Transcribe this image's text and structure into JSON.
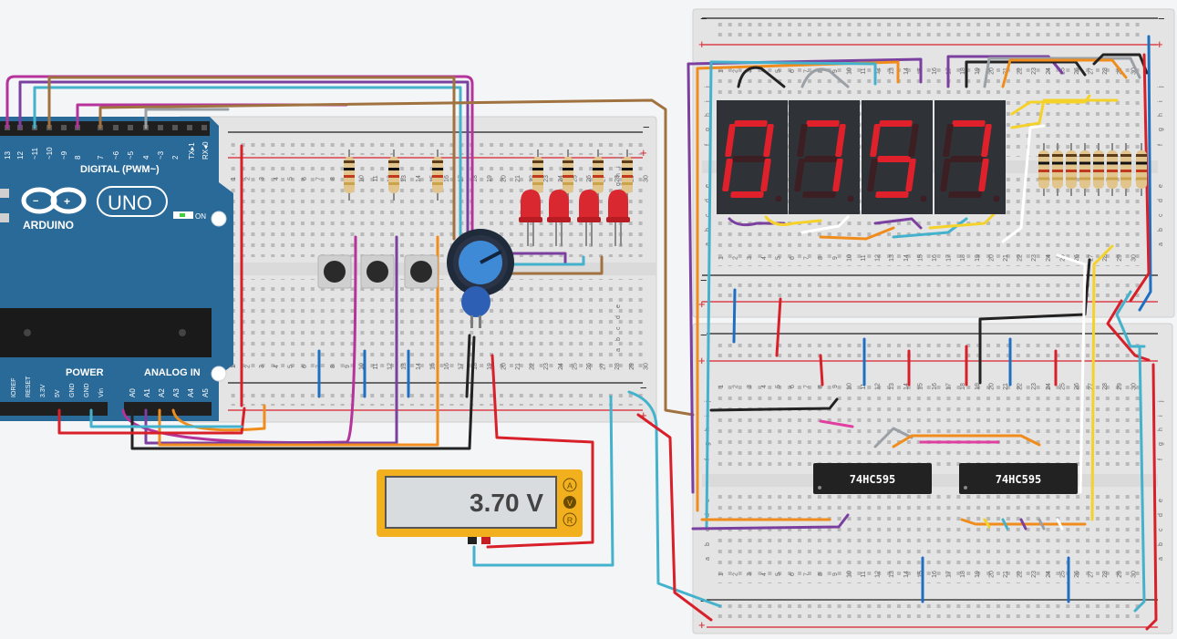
{
  "arduino": {
    "board_name": "UNO",
    "brand": "ARDUINO",
    "digital_label": "DIGITAL (PWM~)",
    "power_label": "POWER",
    "analog_label": "ANALOG IN",
    "on_label": "ON",
    "tx_label": "TX▸1",
    "rx_label": "RX◂0",
    "digital_pins": [
      "13",
      "12",
      "~11",
      "~10",
      "~9",
      "8",
      "7",
      "~6",
      "~5",
      "4",
      "~3",
      "2"
    ],
    "power_pins": [
      "IOREF",
      "RESET",
      "3.3V",
      "5V",
      "GND",
      "GND",
      "Vin"
    ],
    "analog_pins": [
      "A0",
      "A1",
      "A2",
      "A3",
      "A4",
      "A5"
    ]
  },
  "breadboard_rows": [
    "a",
    "b",
    "c",
    "d",
    "e",
    "f",
    "g",
    "h",
    "i",
    "j"
  ],
  "breadboard_cols": [
    "1",
    "2",
    "3",
    "4",
    "5",
    "6",
    "7",
    "8",
    "9",
    "10",
    "11",
    "12",
    "13",
    "14",
    "15",
    "16",
    "17",
    "18",
    "19",
    "20",
    "21",
    "22",
    "23",
    "24",
    "25",
    "26",
    "27",
    "28",
    "29",
    "30"
  ],
  "rail_signs": {
    "plus": "+",
    "minus": "−"
  },
  "seven_segment": {
    "digits": [
      "0",
      "7",
      "5",
      "7"
    ],
    "on_color": "#e0212b",
    "off_color": "#3c1f22"
  },
  "shift_registers": [
    "74HC595",
    "74HC595"
  ],
  "multimeter": {
    "reading": "3.70 V",
    "modes": [
      "A",
      "V",
      "R"
    ]
  },
  "colors": {
    "arduino_blue": "#2a6a99",
    "breadboard": "#e6e6e6",
    "rail_red": "#d8202a",
    "rail_blue": "#1f6fc1",
    "multimeter": "#f2b01e"
  }
}
